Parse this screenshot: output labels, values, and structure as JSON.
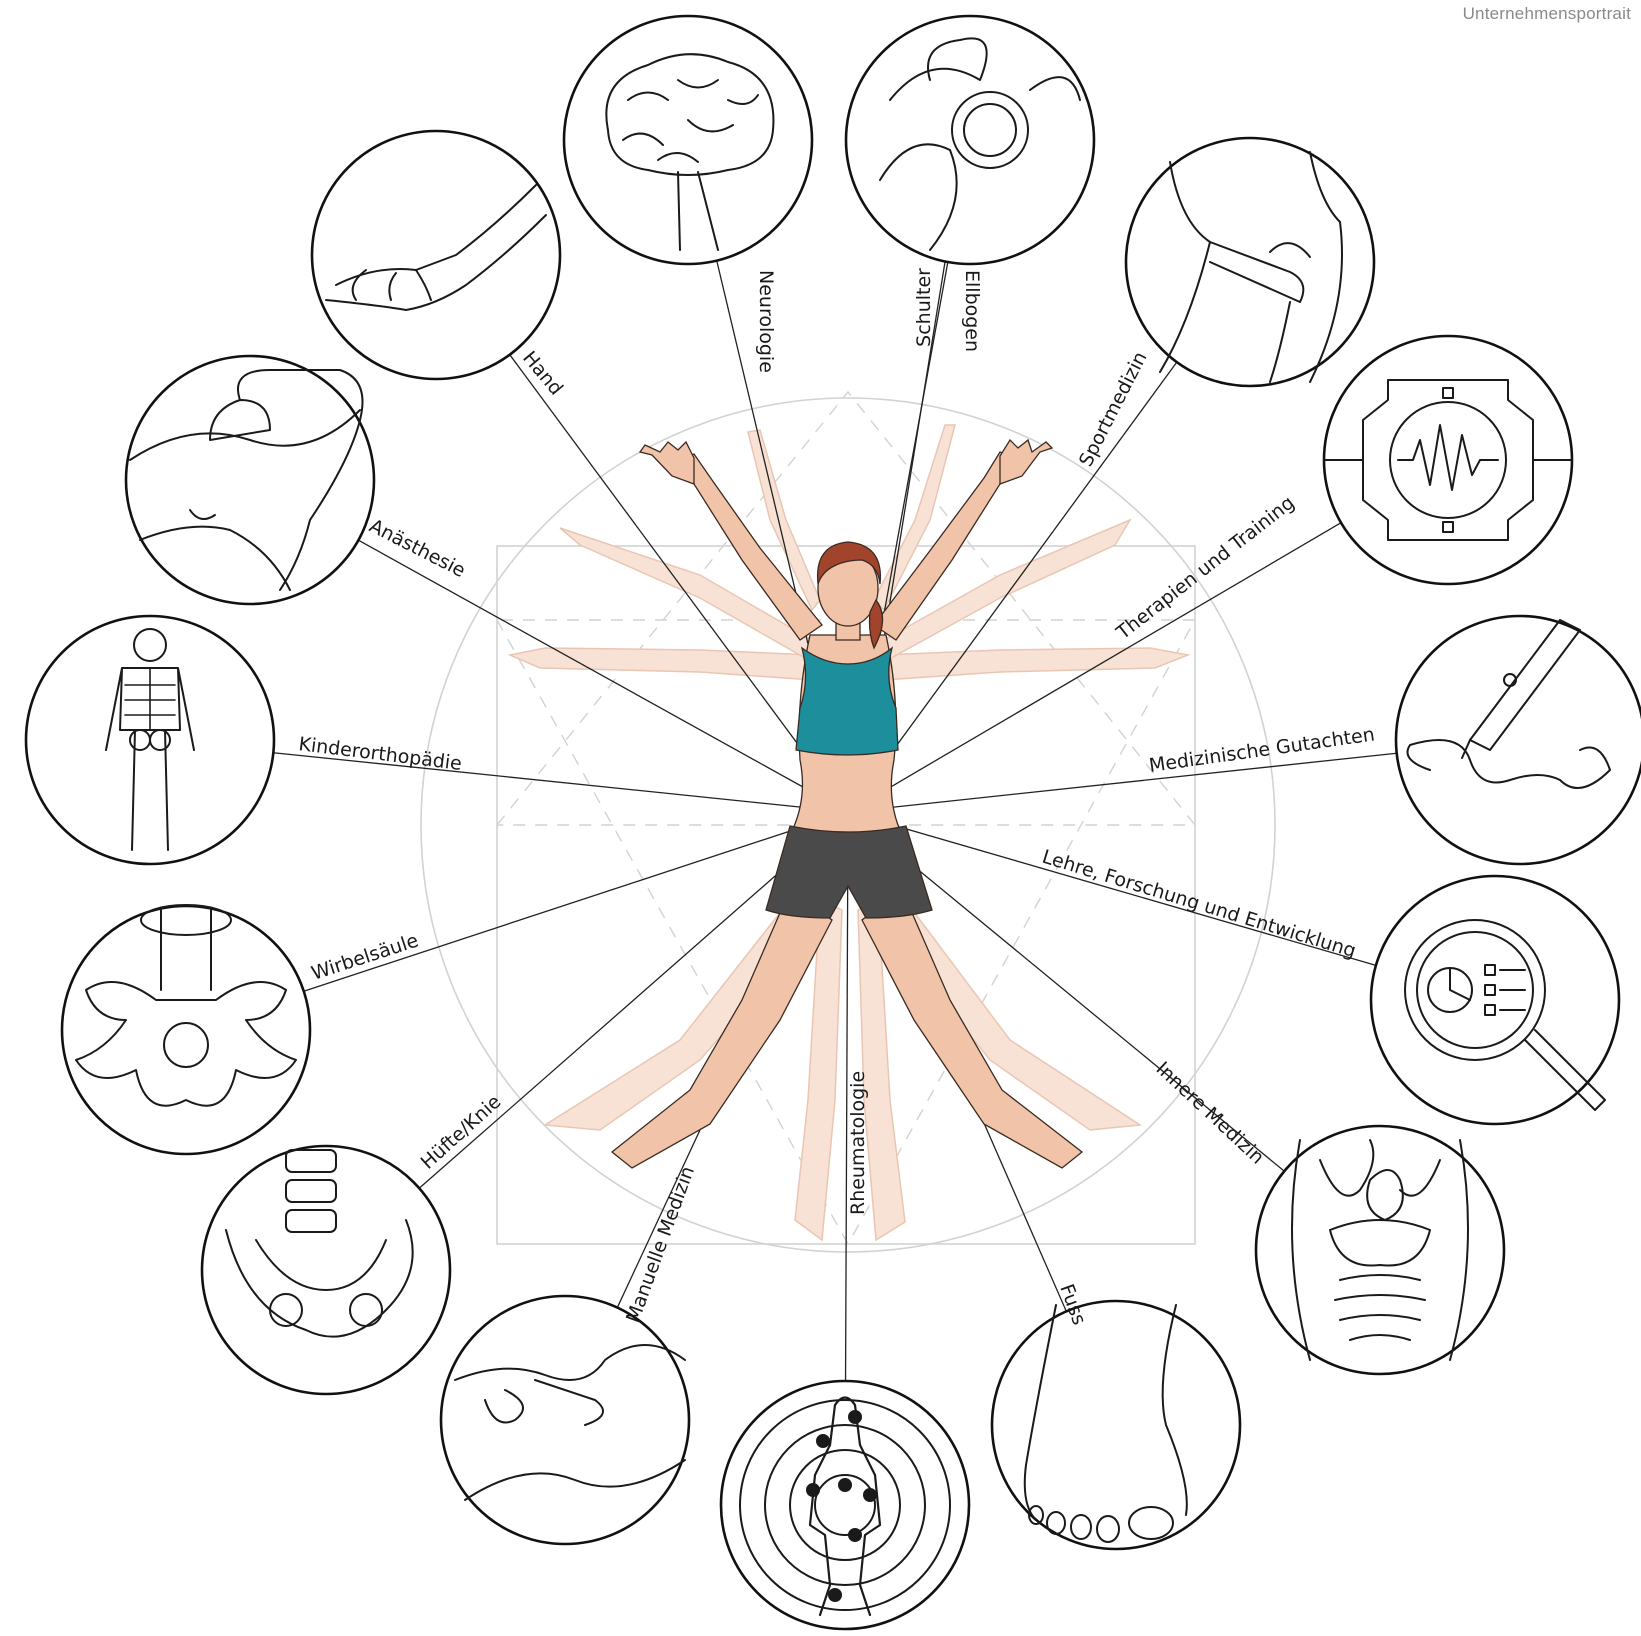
{
  "header": {
    "label": "Unternehmensportrait"
  },
  "colors": {
    "line": "#1a1a1a",
    "guide": "#cfcfcf",
    "skin": "#f1c3a8",
    "skin_ghost": "#f8e2d5",
    "top": "#1c8e9c",
    "shorts": "#4a4a4a",
    "hair": "#a2432c"
  },
  "figure": {
    "name": "central-body-figure"
  },
  "specialties": [
    {
      "label": "Neurologie",
      "icon": "brain-icon"
    },
    {
      "label": "Schulter",
      "icon": "shoulder-joint-icon"
    },
    {
      "label": "Ellbogen",
      "icon": "shoulder-joint-icon"
    },
    {
      "label": "Sportmedizin",
      "icon": "hip-stretch-icon"
    },
    {
      "label": "Therapien und Training",
      "icon": "heartbeat-gear-icon"
    },
    {
      "label": "Medizinische Gutachten",
      "icon": "fountain-pen-icon"
    },
    {
      "label": "Lehre, Forschung und Entwicklung",
      "icon": "magnifier-chart-icon"
    },
    {
      "label": "Innere Medizin",
      "icon": "organs-icon"
    },
    {
      "label": "Fuss",
      "icon": "foot-icon"
    },
    {
      "label": "Rheumatologie",
      "icon": "joint-pain-icon"
    },
    {
      "label": "Manuelle Medizin",
      "icon": "hands-on-knee-icon"
    },
    {
      "label": "Hüfte/Knie",
      "icon": "pelvis-icon"
    },
    {
      "label": "Wirbelsäule",
      "icon": "vertebra-icon"
    },
    {
      "label": "Kinderorthopädie",
      "icon": "child-skeleton-icon"
    },
    {
      "label": "Anästhesie",
      "icon": "oxygen-mask-icon"
    },
    {
      "label": "Hand",
      "icon": "hand-icon"
    }
  ]
}
